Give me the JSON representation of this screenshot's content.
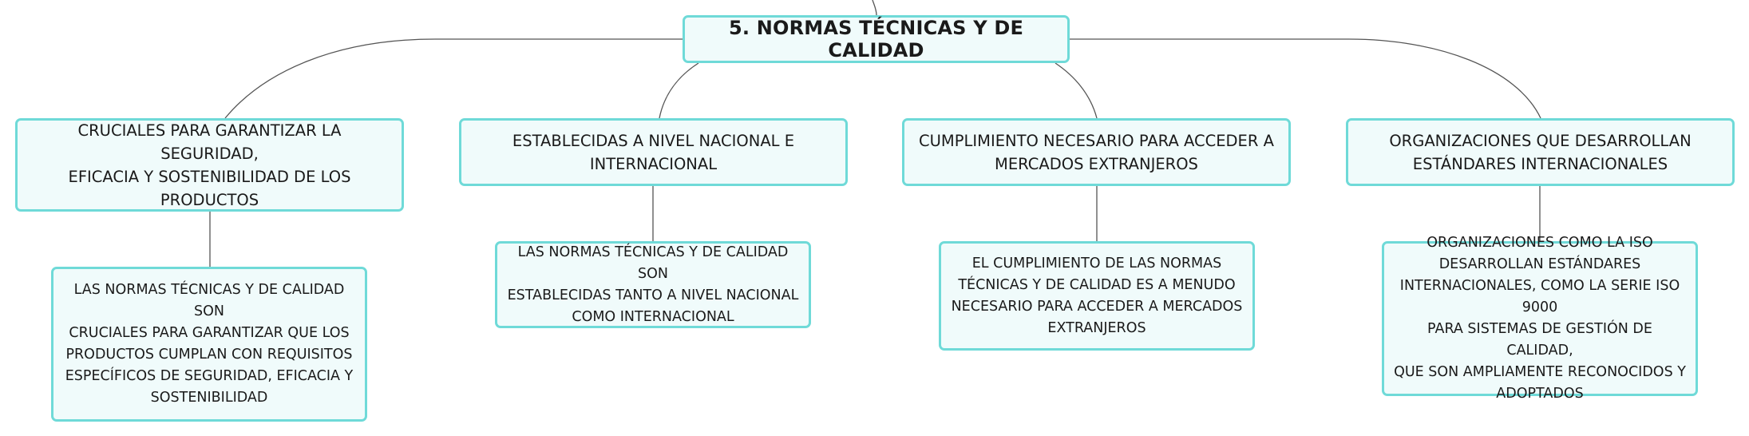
{
  "root": {
    "label": "5. NORMAS TÉCNICAS Y DE CALIDAD"
  },
  "branches": [
    {
      "label": "CRUCIALES PARA GARANTIZAR LA SEGURIDAD,\nEFICACIA Y SOSTENIBILIDAD DE LOS PRODUCTOS",
      "detail": "LAS NORMAS TÉCNICAS Y DE CALIDAD SON\nCRUCIALES PARA GARANTIZAR QUE LOS\nPRODUCTOS CUMPLAN CON REQUISITOS\nESPECÍFICOS DE SEGURIDAD, EFICACIA Y\nSOSTENIBILIDAD"
    },
    {
      "label": "ESTABLECIDAS A NIVEL NACIONAL E\nINTERNACIONAL",
      "detail": "LAS NORMAS TÉCNICAS Y DE CALIDAD SON\nESTABLECIDAS TANTO A NIVEL NACIONAL\nCOMO INTERNACIONAL"
    },
    {
      "label": "CUMPLIMIENTO NECESARIO PARA ACCEDER A\nMERCADOS EXTRANJEROS",
      "detail": "EL CUMPLIMIENTO DE LAS NORMAS\nTÉCNICAS Y DE CALIDAD ES A MENUDO\nNECESARIO PARA ACCEDER A MERCADOS\nEXTRANJEROS"
    },
    {
      "label": "ORGANIZACIONES QUE DESARROLLAN\nESTÁNDARES INTERNACIONALES",
      "detail": "ORGANIZACIONES COMO LA ISO\nDESARROLLAN ESTÁNDARES\nINTERNACIONALES, COMO LA SERIE ISO 9000\nPARA SISTEMAS DE GESTIÓN DE CALIDAD,\nQUE SON AMPLIAMENTE RECONOCIDOS Y\nADOPTADOS"
    }
  ],
  "colors": {
    "node_border": "#6fdad8",
    "node_fill": "#f0fbfb",
    "connector": "#555555"
  }
}
